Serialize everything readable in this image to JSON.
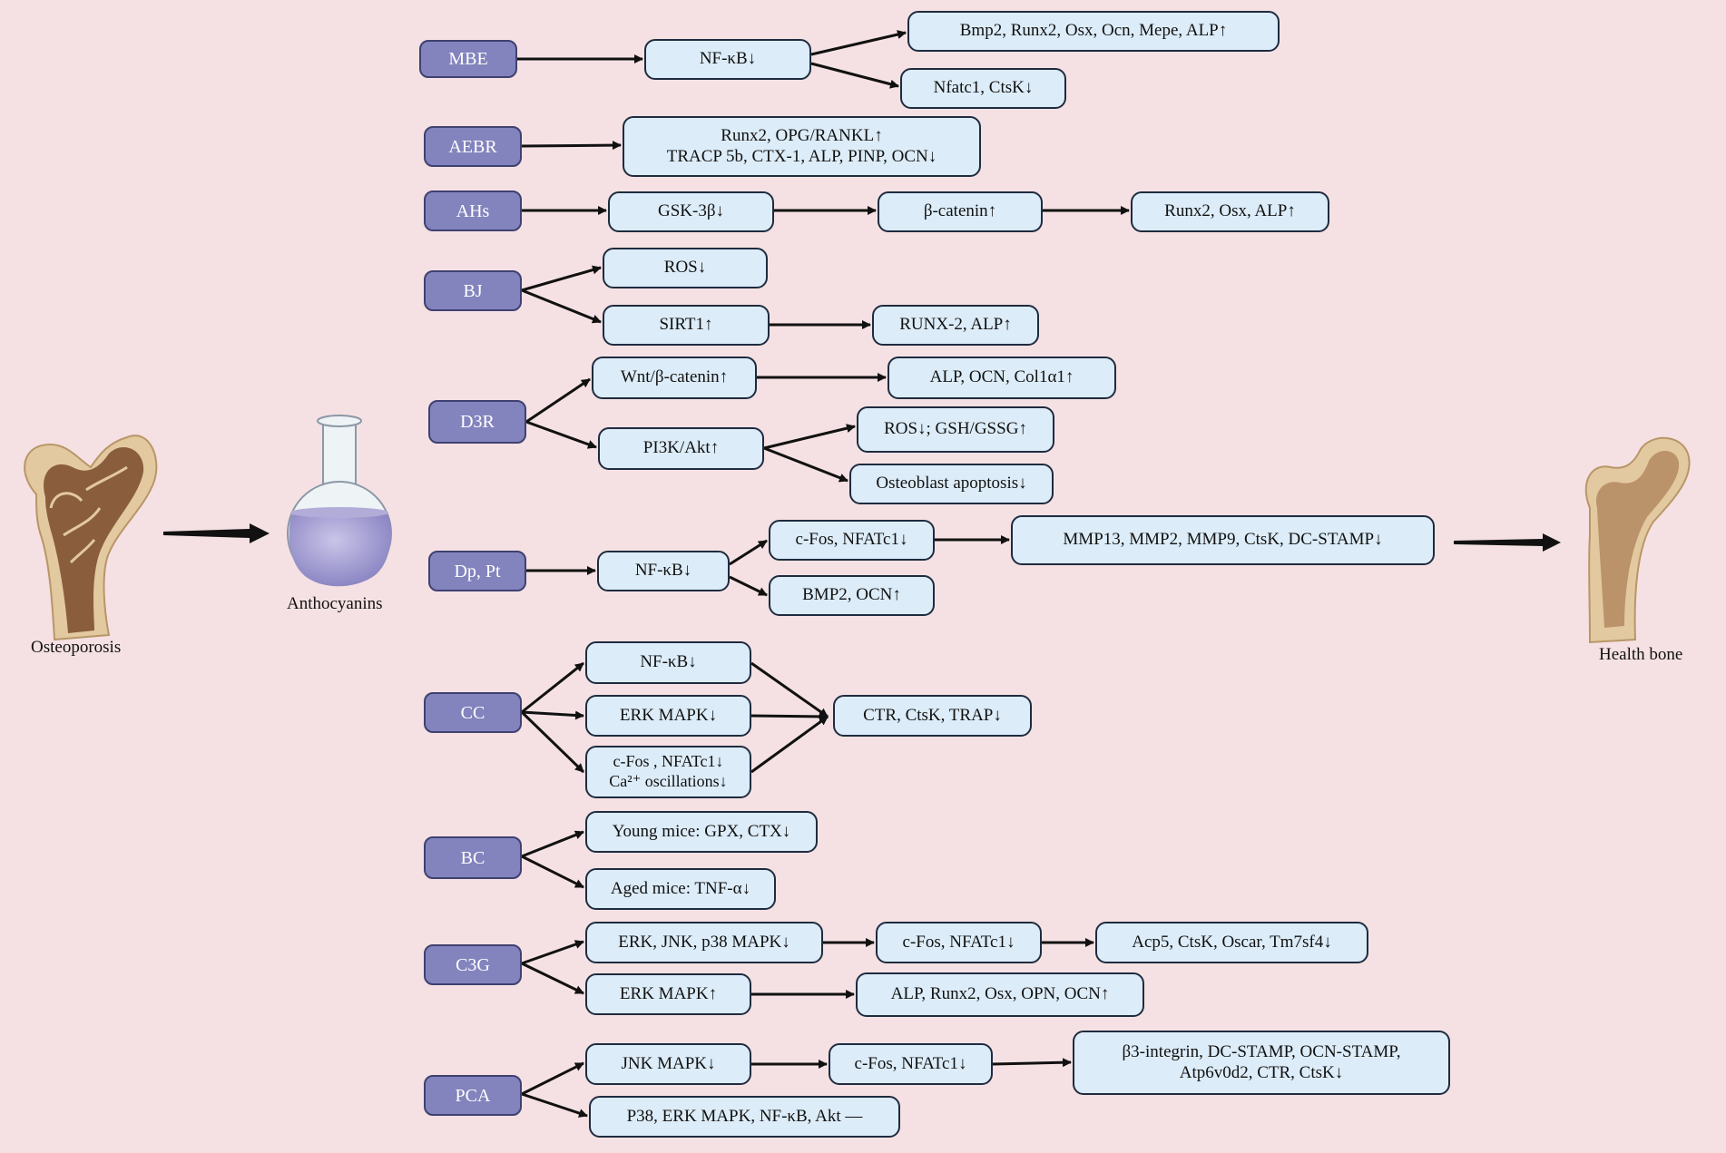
{
  "left_label": "Osteoporosis",
  "flask_label": "Anthocyanins",
  "right_label": "Health bone",
  "nodes": {
    "MBE": "MBE",
    "MBE_nfkb": "NF-κB↓",
    "MBE_up": "Bmp2, Runx2, Osx, Ocn, Mepe, ALP↑",
    "MBE_down": "Nfatc1, CtsK↓",
    "AEBR": "AEBR",
    "AEBR_t1": "Runx2, OPG/RANKL↑",
    "AEBR_t2": "TRACP 5b, CTX-1, ALP, PINP, OCN↓",
    "AHs": "AHs",
    "AHs_gsk": "GSK-3β↓",
    "AHs_cat": "β-catenin↑",
    "AHs_out": "Runx2, Osx, ALP↑",
    "BJ": "BJ",
    "BJ_ros": "ROS↓",
    "BJ_sirt": "SIRT1↑",
    "BJ_runx": "RUNX-2, ALP↑",
    "D3R": "D3R",
    "D3R_wnt": "Wnt/β-catenin↑",
    "D3R_alp": "ALP, OCN, Col1α1↑",
    "D3R_pi3k": "PI3K/Akt↑",
    "D3R_ros": "ROS↓; GSH/GSSG↑",
    "D3R_apop": "Osteoblast apoptosis↓",
    "DpPt": "Dp, Pt",
    "DpPt_nfkb": "NF-κB↓",
    "DpPt_cfos": "c-Fos, NFATc1↓",
    "DpPt_mmp": "MMP13, MMP2, MMP9, CtsK, DC-STAMP↓",
    "DpPt_bmp": "BMP2, OCN↑",
    "CC": "CC",
    "CC_nfkb": "NF-κB↓",
    "CC_erk": "ERK MAPK↓",
    "CC_cfos1": "c-Fos , NFATc1↓",
    "CC_cfos2": "Ca²⁺ oscillations↓",
    "CC_ctr": "CTR, CtsK, TRAP↓",
    "BC": "BC",
    "BC_young": "Young mice: GPX, CTX↓",
    "BC_aged": "Aged mice: TNF-α↓",
    "C3G": "C3G",
    "C3G_erk": "ERK, JNK, p38 MAPK↓",
    "C3G_cfos": "c-Fos,  NFATc1↓",
    "C3G_acp": "Acp5, CtsK, Oscar, Tm7sf4↓",
    "C3G_erk2": "ERK MAPK↑",
    "C3G_alp": "ALP, Runx2, Osx, OPN, OCN↑",
    "PCA": "PCA",
    "PCA_jnk": "JNK MAPK↓",
    "PCA_cfos": "c-Fos,  NFATc1↓",
    "PCA_b3_1": "β3-integrin, DC-STAMP, OCN-STAMP,",
    "PCA_b3_2": "Atp6v0d2, CTR, CtsK↓",
    "PCA_p38": "P38, ERK MAPK, NF-κB, Akt —"
  },
  "colors": {
    "background": "#f5e1e3",
    "source_fill": "#8384bd",
    "target_fill": "#dcecf8",
    "bone_outer": "#e3c9a0",
    "bone_spongy": "#7a4b2a"
  }
}
